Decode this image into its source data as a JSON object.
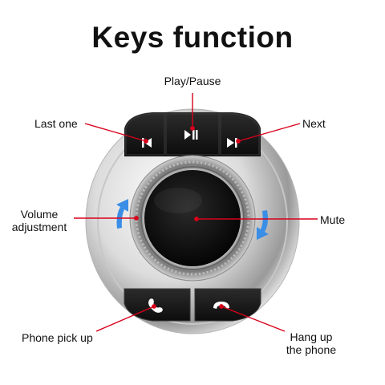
{
  "title": "Keys function",
  "labels": {
    "play_pause": "Play/Pause",
    "last_one": "Last one",
    "next": "Next",
    "volume_line1": "Volume",
    "volume_line2": "adjustment",
    "mute": "Mute",
    "phone_pick_up": "Phone pick up",
    "hang_up_line1": "Hang up",
    "hang_up_line2": "the phone"
  },
  "icons": {
    "last": "skip-previous-icon",
    "play_pause": "play-pause-icon",
    "next": "skip-next-icon",
    "pick_up": "phone-pick-up-icon",
    "hang_up": "phone-hang-up-icon",
    "volume": "rotate-arrow-icon"
  },
  "colors": {
    "leader_line": "#d9001b",
    "arrow": "#3a8ee6",
    "button": "#1a1a1a",
    "body_silver": "#d8d8d8"
  }
}
